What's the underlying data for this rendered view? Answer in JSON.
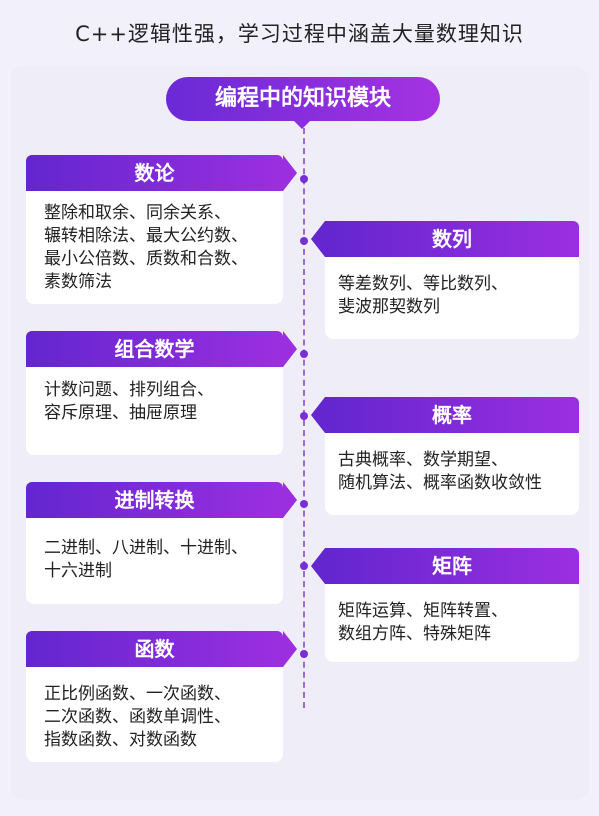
{
  "title": "C++逻辑性强，学习过程中涵盖大量数理知识",
  "center_label": "编程中的知识模块",
  "left_cards": [
    {
      "title": "数论",
      "text": "整除和取余、同余关系、\n辗转相除法、最大公约数、\n最小公倍数、质数和合数、\n素数筛法"
    },
    {
      "title": "组合数学",
      "text": "计数问题、排列组合、\n容斥原理、抽屉原理"
    },
    {
      "title": "进制转换",
      "text": "二进制、八进制、十进制、\n十六进制"
    },
    {
      "title": "函数",
      "text": "正比例函数、一次函数、\n二次函数、函数单调性、\n指数函数、对数函数"
    }
  ],
  "right_cards": [
    {
      "title": "数列",
      "text": "等差数列、等比数列、\n斐波那契数列"
    },
    {
      "title": "概率",
      "text": "古典概率、数学期望、\n随机算法、概率函数收敛性"
    },
    {
      "title": "矩阵",
      "text": "矩阵运算、矩阵转置、\n数组方阵、特殊矩阵"
    }
  ]
}
